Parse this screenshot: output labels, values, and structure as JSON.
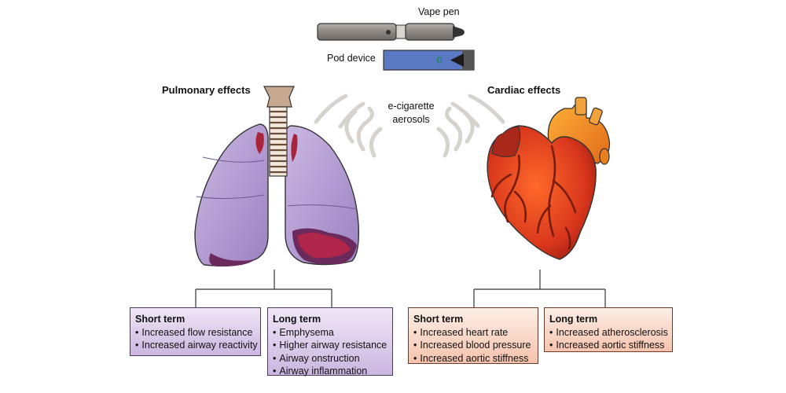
{
  "devices": {
    "vape_pen_label": "Vape pen",
    "pod_device_label": "Pod device"
  },
  "aerosol_label_line1": "e-cigarette",
  "aerosol_label_line2": "aerosols",
  "pulmonary": {
    "heading": "Pulmonary effects",
    "short_term": {
      "title": "Short term",
      "items": [
        "Increased flow resistance",
        "Increased airway reactivity"
      ]
    },
    "long_term": {
      "title": "Long term",
      "items": [
        "Emphysema",
        "Higher airway resistance",
        "Airway onstruction",
        "Airway inflammation"
      ]
    }
  },
  "cardiac": {
    "heading": "Cardiac effects",
    "short_term": {
      "title": "Short term",
      "items": [
        "Increased heart rate",
        "Increased blood pressure",
        "Increased aortic stiffness"
      ]
    },
    "long_term": {
      "title": "Long term",
      "items": [
        "Increased atherosclerosis",
        "Increased aortic stiffness"
      ]
    }
  },
  "colors": {
    "lung": "#b9a3d6",
    "lung_dark": "#6a2a5c",
    "heart": "#d83a1e",
    "heart_light": "#f08a2a",
    "pod": "#5b78c2",
    "pen": "#8c8782"
  }
}
